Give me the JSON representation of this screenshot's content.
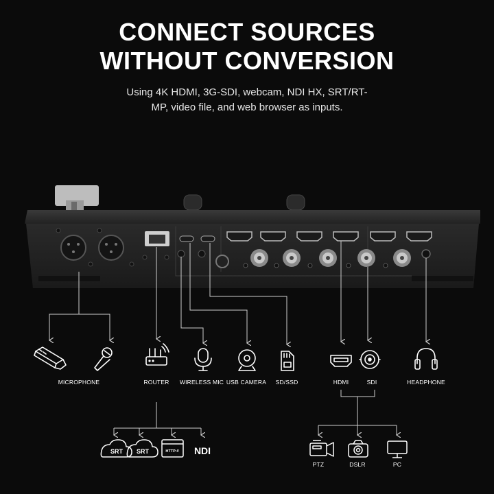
{
  "header": {
    "title_line1": "CONNECT SOURCES",
    "title_line2": "WITHOUT CONVERSION",
    "subtitle_line1": "Using 4K HDMI, 3G-SDI, webcam, NDI HX, SRT/RT-",
    "subtitle_line2": "MP, video file, and web browser as inputs."
  },
  "devices": {
    "microphone": "MICROPHONE",
    "router": "ROUTER",
    "wireless_mic": "WIRELESS MIC",
    "usb_camera": "USB CAMERA",
    "sd_ssd": "SD/SSD",
    "hdmi": "HDMI",
    "sdi": "SDI",
    "headphone": "HEADPHONE"
  },
  "network_sources": {
    "srt_1": "SRT",
    "srt_2": "SRT",
    "http": "HTTP://",
    "ndi": "NDI"
  },
  "camera_sources": {
    "ptz": "PTZ",
    "dslr": "DSLR",
    "pc": "PC"
  }
}
